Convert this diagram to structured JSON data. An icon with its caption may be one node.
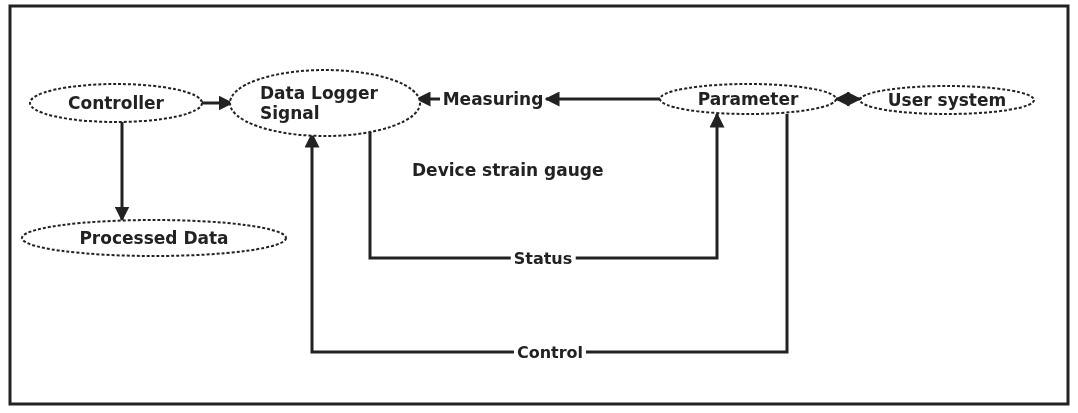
{
  "diagram": {
    "nodes": [
      {
        "text": [
          "Controller"
        ]
      },
      {
        "text": [
          "Data Logger Signal"
        ]
      },
      {
        "text": [
          "Measuring"
        ]
      },
      {
        "text": [
          "Parameter"
        ]
      },
      {
        "text": [
          "User system"
        ]
      },
      {
        "text": [
          "Processed Data"
        ]
      }
    ],
    "edges": [
      {
        "from": 0,
        "to": 1,
        "arrow": "to"
      },
      {
        "from": 0,
        "to": 5,
        "arrow": "to"
      },
      {
        "from": 2,
        "to": 1,
        "arrow": "to"
      },
      {
        "from": 3,
        "to": 2,
        "arrow": "to"
      },
      {
        "from": 4,
        "to": 3,
        "arrow": "both"
      },
      {
        "from": 1,
        "to": 3,
        "arrow": "to",
        "label": "Status"
      },
      {
        "from": 3,
        "to": 1,
        "arrow": "to",
        "label": "Control"
      }
    ],
    "labels": [
      "Device strain gauge"
    ]
  }
}
